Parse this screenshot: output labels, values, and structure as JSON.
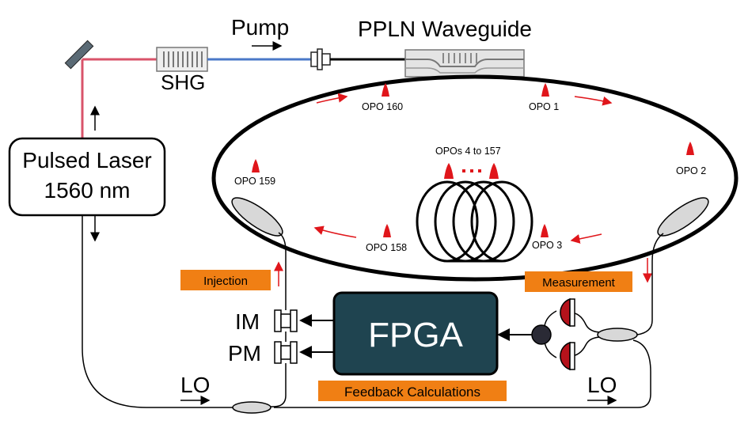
{
  "labels": {
    "pump": "Pump",
    "ppln": "PPLN Waveguide",
    "shg": "SHG",
    "laser_line1": "Pulsed Laser",
    "laser_line2": "1560 nm",
    "injection": "Injection",
    "measurement": "Measurement",
    "feedback": "Feedback Calculations",
    "fpga": "FPGA",
    "im": "IM",
    "pm": "PM",
    "lo_left": "LO",
    "lo_right": "LO"
  },
  "opo_labels": {
    "opo160": "OPO 160",
    "opo1": "OPO 1",
    "opo2": "OPO 2",
    "opo3": "OPO 3",
    "opo158": "OPO 158",
    "opo159": "OPO 159",
    "opos_mid": "OPOs 4 to 157"
  },
  "colors": {
    "laser_beam": "#d9536a",
    "pump_beam": "#4a78c8",
    "pulse_red": "#e0161b",
    "label_orange": "#f07f14",
    "fpga_fill": "#1f4450",
    "detector_red": "#b5121b",
    "coupler_gray": "#d8d8d8"
  }
}
